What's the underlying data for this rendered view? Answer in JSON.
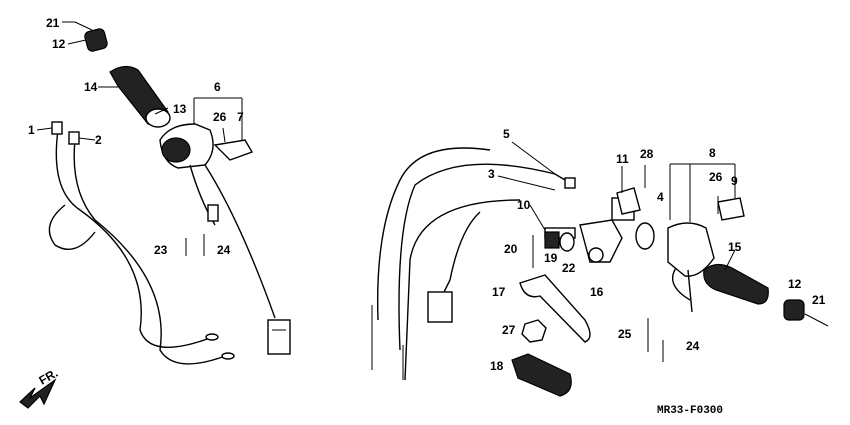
{
  "diagram": {
    "code": "MR33-F0300",
    "direction": "FR.",
    "callouts": [
      "1",
      "2",
      "3",
      "4",
      "5",
      "6",
      "7",
      "8",
      "9",
      "10",
      "11",
      "12",
      "13",
      "14",
      "15",
      "16",
      "17",
      "18",
      "19",
      "20",
      "21",
      "22",
      "23",
      "24",
      "25",
      "26",
      "27",
      "28"
    ]
  }
}
